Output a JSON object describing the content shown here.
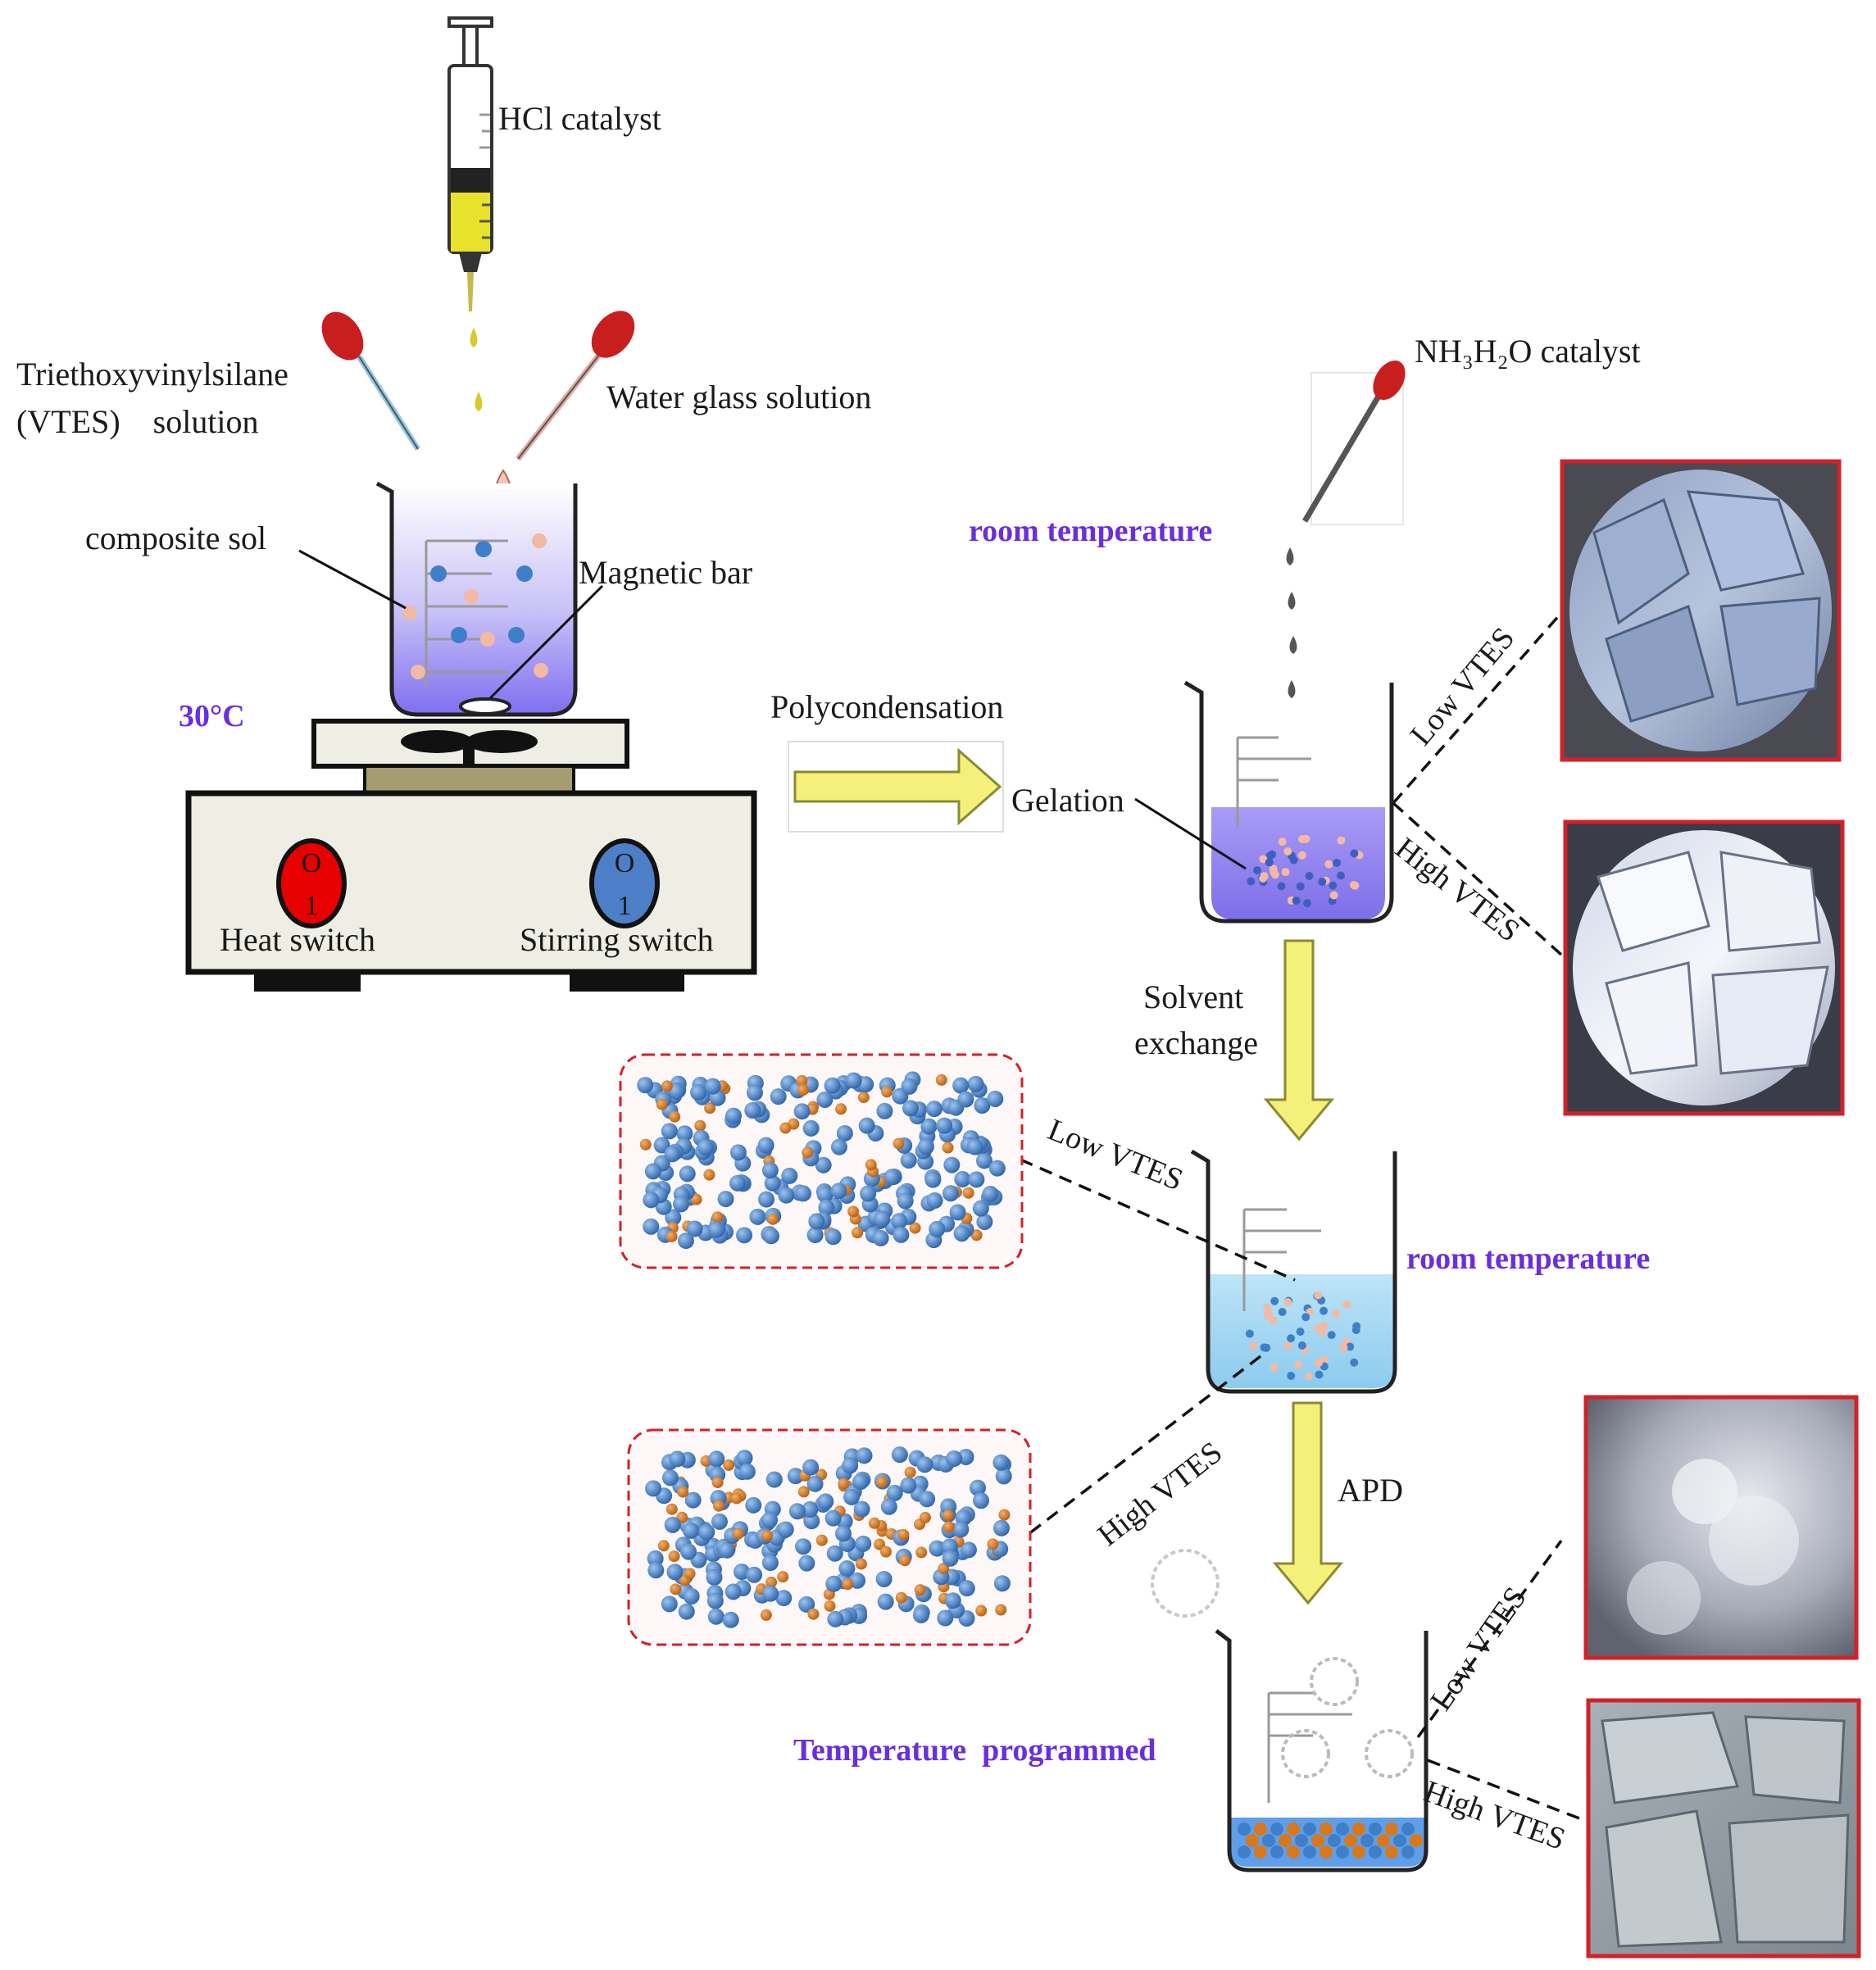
{
  "labels": {
    "hcl": "HCl catalyst",
    "vtes_line1": "Triethoxyvinylsilane",
    "vtes_line2": "(VTES)    solution",
    "water_glass": "Water glass solution",
    "composite_sol": "composite sol",
    "magnetic_bar": "Magnetic bar",
    "temp_30": "30°C",
    "heat_switch": "Heat switch",
    "stirring_switch": "Stirring switch",
    "switch_o": "O",
    "switch_1": "1",
    "polycondensation": "Polycondensation",
    "gelation": "Gelation",
    "nh3_catalyst": "NH₃H₂O catalyst",
    "room_temp_1": "room temperature",
    "room_temp_2": "room temperature",
    "solvent_line1": "Solvent",
    "solvent_line2": "exchange",
    "apd": "APD",
    "temp_programmed": "Temperature  programmed",
    "low_vtes_1": "Low VTES",
    "high_vtes_1": "High VTES",
    "low_vtes_2": "Low VTES",
    "high_vtes_2": "High VTES",
    "low_vtes_3": "Low VTES",
    "high_vtes_3": "High VTES"
  },
  "colors": {
    "purple_text": "#6a2ee0",
    "yellow_arrow": "#f5f07a",
    "red_switch": "#e80000",
    "blue_switch": "#4c7fc8",
    "gel_liquid": "#8f7df2",
    "solvent_liquid": "#9fd7f2",
    "silica_blue": "#3f7fc9",
    "silica_orange": "#d8781a",
    "photo_border": "#d42028"
  }
}
